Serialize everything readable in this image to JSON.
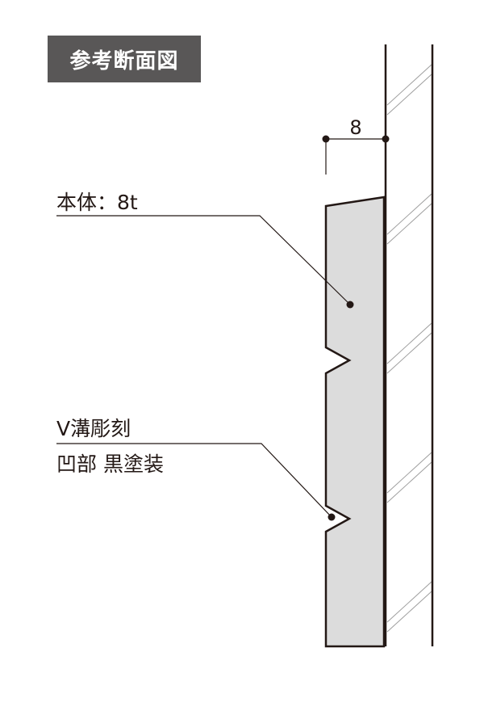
{
  "title": "参考断面図",
  "dimension": {
    "value": "8"
  },
  "annotations": {
    "body": "本体：8t",
    "groove_line1": "V溝彫刻",
    "groove_line2": "凹部 黒塗装"
  },
  "colors": {
    "title_bg": "#595757",
    "title_text": "#ffffff",
    "line": "#231815",
    "panel_fill": "#dcdcdc",
    "hatch": "#9e9e9e"
  }
}
